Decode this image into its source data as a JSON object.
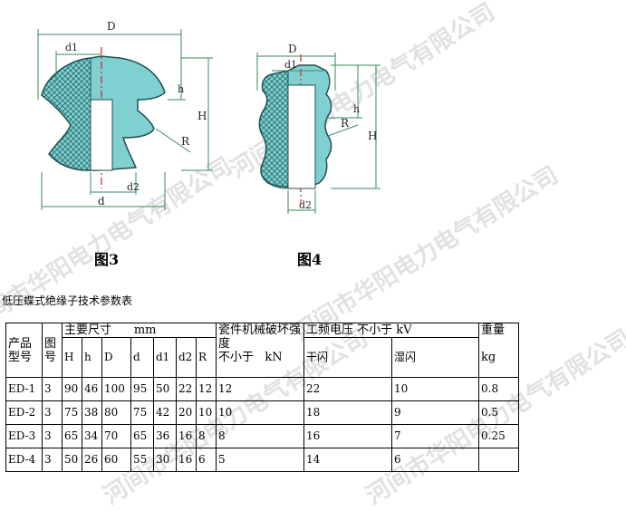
{
  "figures": {
    "fig3": {
      "caption": "图3",
      "labels": {
        "D": "D",
        "d1": "d1",
        "h": "h",
        "H": "H",
        "R": "R",
        "d2": "d2",
        "d": "d"
      }
    },
    "fig4": {
      "caption": "图4",
      "labels": {
        "D": "D",
        "d1": "d1",
        "h": "h",
        "H": "H",
        "R": "R",
        "d2": "d2"
      }
    }
  },
  "watermark": "河间市华阳电力电气有限公司",
  "table_title": "低压蝶式绝缘子技术参数表",
  "table": {
    "h_model": "产品型号",
    "h_fig": "图号",
    "h_main": "主要尺寸",
    "h_mm": "mm",
    "h_mech": "瓷件机械破坏强度",
    "h_mech2": "不小于",
    "h_kn": "kN",
    "h_volt": "工频电压 不小于 kV",
    "h_weight": "重量",
    "h_kg": "kg",
    "sub": [
      "H",
      "h",
      "D",
      "d",
      "d1",
      "d2",
      "R"
    ],
    "h_dry": "干闪",
    "h_wet": "湿闪",
    "rows": [
      {
        "model": "ED-1",
        "fig": "3",
        "H": "90",
        "h": "46",
        "D": "100",
        "d": "95",
        "d1": "50",
        "d2": "22",
        "R": "12",
        "mech": "12",
        "dry": "22",
        "wet": "10",
        "weight": "0.8"
      },
      {
        "model": "ED-2",
        "fig": "3",
        "H": "75",
        "h": "38",
        "D": "80",
        "d": "75",
        "d1": "42",
        "d2": "20",
        "R": "10",
        "mech": "10",
        "dry": "18",
        "wet": "9",
        "weight": "0.5"
      },
      {
        "model": "ED-3",
        "fig": "3",
        "H": "65",
        "h": "34",
        "D": "70",
        "d": "65",
        "d1": "36",
        "d2": "16",
        "R": "8",
        "mech": "8",
        "dry": "16",
        "wet": "7",
        "weight": "0.25"
      },
      {
        "model": "ED-4",
        "fig": "3",
        "H": "50",
        "h": "26",
        "D": "60",
        "d": "55",
        "d1": "30",
        "d2": "16",
        "R": "6",
        "mech": "5",
        "dry": "14",
        "wet": "6",
        "weight": ""
      }
    ]
  }
}
